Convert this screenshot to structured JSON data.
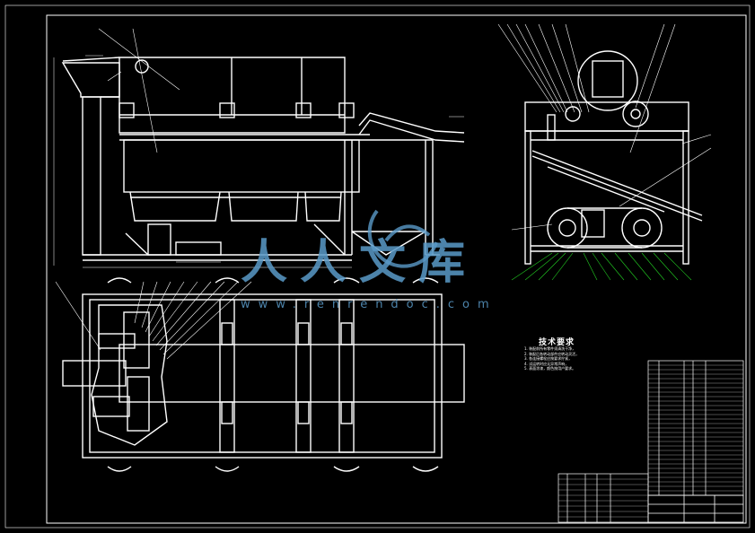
{
  "technical_requirements": {
    "title": "技术要求",
    "notes": [
      "1. 装配前所有零件须清洗干净，",
      "2. 装配后各转动部件应转动灵活，",
      "3. 各连接螺栓应按要求拧紧，",
      "4. 试运转时应无异常声响，",
      "5. 表面涂漆，颜色按用户要求。"
    ]
  },
  "watermark": {
    "text": "人人文库",
    "url": "www.renrendoc.com"
  },
  "colors": {
    "background": "#000000",
    "line": "#ffffff",
    "leader_green": "#22cc22",
    "watermark": "#5a9ac8"
  }
}
